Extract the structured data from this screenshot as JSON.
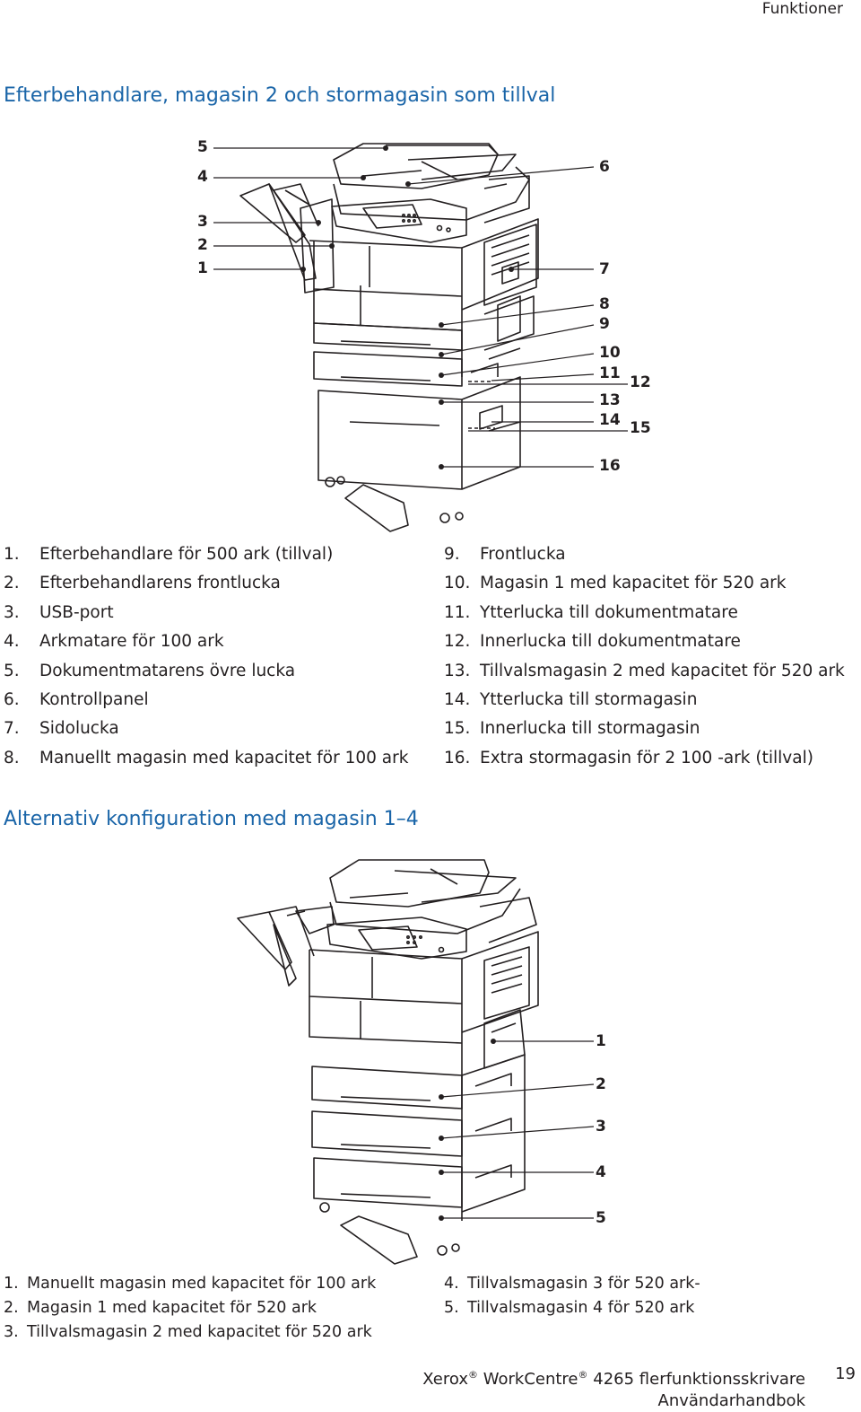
{
  "header": {
    "section": "Funktioner"
  },
  "section1": {
    "title": "Efterbehandlare, magasin 2 och stormagasin som tillval",
    "callouts": [
      "5",
      "4",
      "3",
      "2",
      "1",
      "6",
      "7",
      "8",
      "9",
      "10",
      "11",
      "12",
      "13",
      "14",
      "15",
      "16"
    ],
    "legend_left": [
      {
        "num": "1.",
        "text": "Efterbehandlare för 500 ark (tillval)"
      },
      {
        "num": "2.",
        "text": "Efterbehandlarens frontlucka"
      },
      {
        "num": "3.",
        "text": "USB-port"
      },
      {
        "num": "4.",
        "text": "Arkmatare för 100 ark"
      },
      {
        "num": "5.",
        "text": "Dokumentmatarens övre lucka"
      },
      {
        "num": "6.",
        "text": "Kontrollpanel"
      },
      {
        "num": "7.",
        "text": "Sidolucka"
      },
      {
        "num": "8.",
        "text": "Manuellt magasin med kapacitet för 100 ark"
      }
    ],
    "legend_right": [
      {
        "num": "9.",
        "text": "Frontlucka"
      },
      {
        "num": "10.",
        "text": "Magasin 1 med kapacitet för 520 ark"
      },
      {
        "num": "11.",
        "text": "Ytterlucka till dokumentmatare"
      },
      {
        "num": "12.",
        "text": "Innerlucka till dokumentmatare"
      },
      {
        "num": "13.",
        "text": "Tillvalsmagasin 2 med kapacitet för 520 ark"
      },
      {
        "num": "14.",
        "text": "Ytterlucka till stormagasin"
      },
      {
        "num": "15.",
        "text": "Innerlucka till stormagasin"
      },
      {
        "num": "16.",
        "text": "Extra stormagasin för 2 100 -ark (tillval)"
      }
    ]
  },
  "section2": {
    "title": "Alternativ konfiguration med magasin 1–4",
    "callouts": [
      "1",
      "2",
      "3",
      "4",
      "5"
    ],
    "legend_left": [
      {
        "num": "1.",
        "text": "Manuellt magasin med kapacitet för 100 ark"
      },
      {
        "num": "2.",
        "text": "Magasin 1 med kapacitet för 520 ark"
      },
      {
        "num": "3.",
        "text": "Tillvalsmagasin 2 med kapacitet för 520 ark"
      }
    ],
    "legend_right": [
      {
        "num": "4.",
        "text": "Tillvalsmagasin 3 för 520 ark-"
      },
      {
        "num": "5.",
        "text": "Tillvalsmagasin 4 för 520 ark"
      }
    ]
  },
  "footer": {
    "brand": "Xerox",
    "reg": "®",
    "product": "WorkCentre",
    "model": "4265 flerfunktionsskrivare",
    "guide": "Användarhandbok",
    "page": "19"
  }
}
